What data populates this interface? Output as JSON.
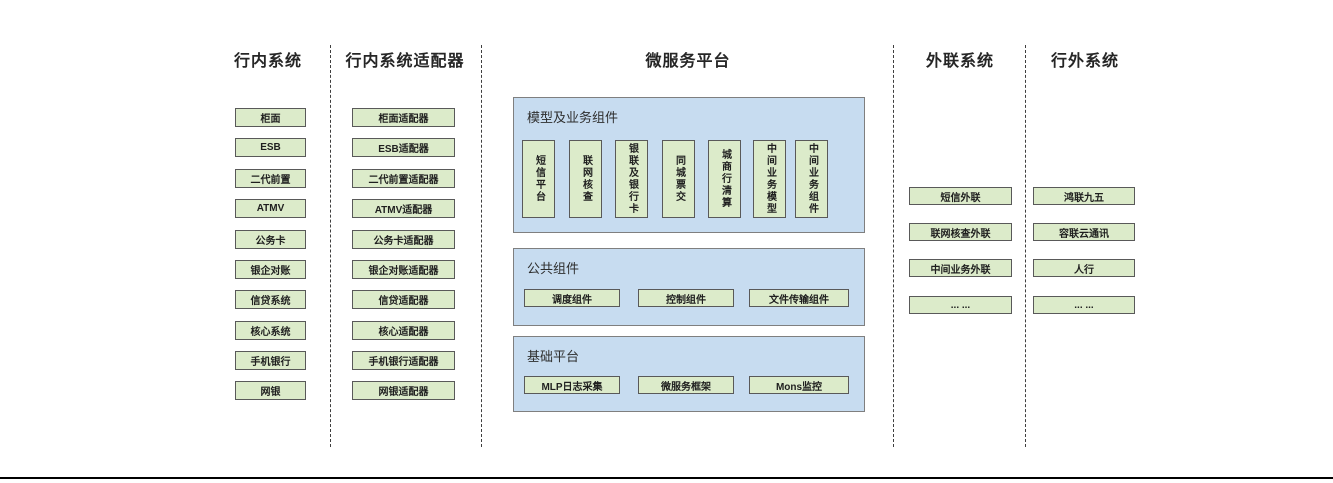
{
  "diagram": {
    "colors": {
      "box_fill_green": "#dcebca",
      "box_border_green": "#595959",
      "panel_fill_blue": "#c7dcf0",
      "panel_border_gray": "#7f7f7f",
      "separator_dash": "#3f3f3f",
      "bottom_rule": "#000000"
    },
    "columns": {
      "internal": {
        "title": "行内系统",
        "items": [
          "柜面",
          "ESB",
          "二代前置",
          "ATMV",
          "公务卡",
          "银企对账",
          "信贷系统",
          "核心系统",
          "手机银行",
          "网银"
        ]
      },
      "adapters": {
        "title": "行内系统适配器",
        "items": [
          "柜面适配器",
          "ESB适配器",
          "二代前置适配器",
          "ATMV适配器",
          "公务卡适配器",
          "银企对账适配器",
          "信贷适配器",
          "核心适配器",
          "手机银行适配器",
          "网银适配器"
        ]
      },
      "platform": {
        "title": "微服务平台",
        "groups": {
          "model": {
            "label": "模型及业务组件",
            "items": [
              "短信平台",
              "联网核查",
              "银联及银行卡",
              "同城票交",
              "城商行清算",
              "中间业务模型",
              "中间业务组件"
            ]
          },
          "common": {
            "label": "公共组件",
            "items": [
              "调度组件",
              "控制组件",
              "文件传输组件"
            ]
          },
          "base": {
            "label": "基础平台",
            "items": [
              "MLP日志采集",
              "微服务框架",
              "Mons监控"
            ]
          }
        }
      },
      "outreach": {
        "title": "外联系统",
        "items": [
          "短信外联",
          "联网核查外联",
          "中间业务外联",
          "... ..."
        ]
      },
      "external": {
        "title": "行外系统",
        "items": [
          "鸿联九五",
          "容联云通讯",
          "人行",
          "... ..."
        ]
      }
    }
  }
}
